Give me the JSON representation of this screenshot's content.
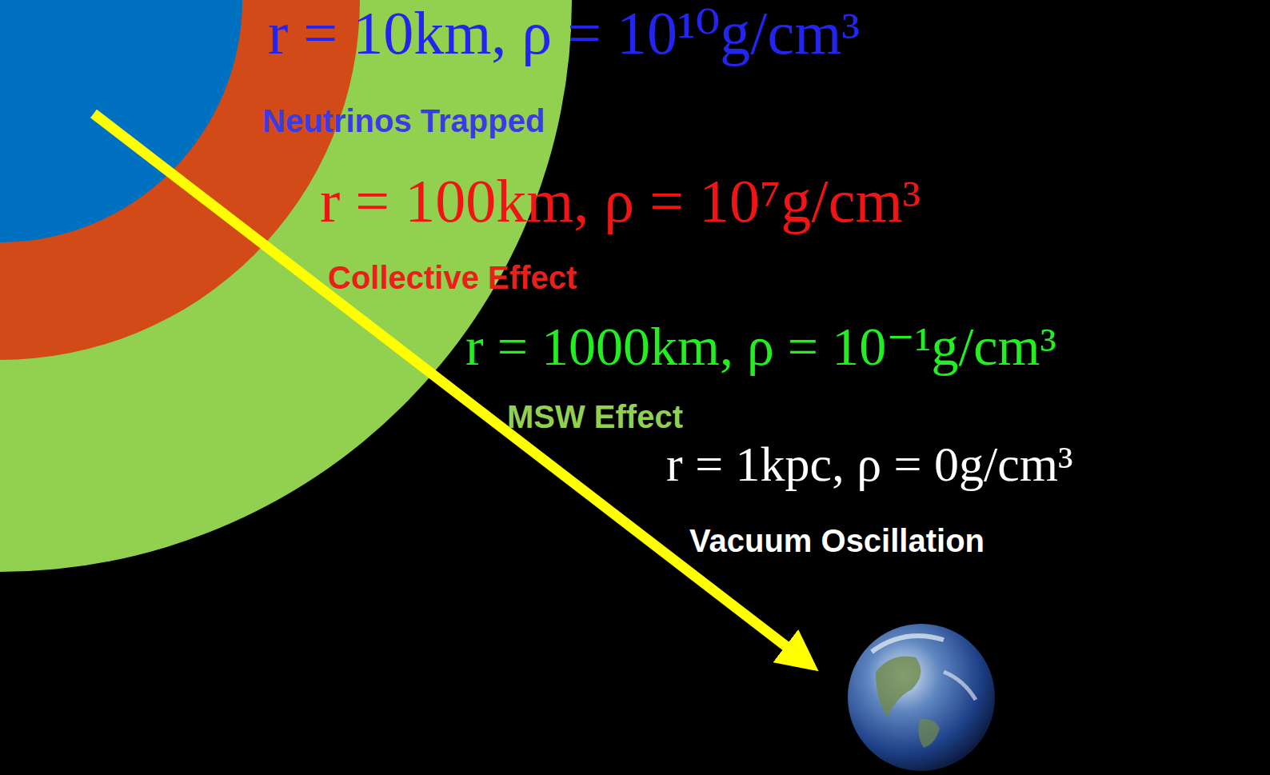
{
  "diagram": {
    "labels": [
      "r = 10km,  ρ = 10¹⁰g/cm³",
      "Neutrinos Trapped",
      "r = 100km,  ρ = 10⁷g/cm³",
      "Collective Effect",
      "r = 1000km,  ρ = 10⁻¹g/cm³",
      "MSW Effect",
      "r = 1kpc,  ρ = 0g/cm³",
      "Vacuum Oscillation"
    ]
  }
}
